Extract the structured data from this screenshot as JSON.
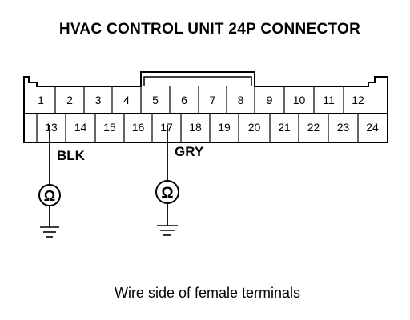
{
  "title": "HVAC CONTROL UNIT 24P CONNECTOR",
  "caption": "Wire side of female terminals",
  "connector": {
    "top_row": [
      "1",
      "2",
      "3",
      "4",
      "5",
      "6",
      "7",
      "8",
      "9",
      "10",
      "11",
      "12"
    ],
    "bottom_row": [
      "13",
      "14",
      "15",
      "16",
      "17",
      "18",
      "19",
      "20",
      "21",
      "22",
      "23",
      "24"
    ]
  },
  "probes": [
    {
      "wire_color": "BLK",
      "terminal": "13",
      "symbol": "Ω"
    },
    {
      "wire_color": "GRY",
      "terminal": "17",
      "symbol": "Ω"
    }
  ],
  "icons": [
    "ohmmeter-icon",
    "ground-icon"
  ]
}
